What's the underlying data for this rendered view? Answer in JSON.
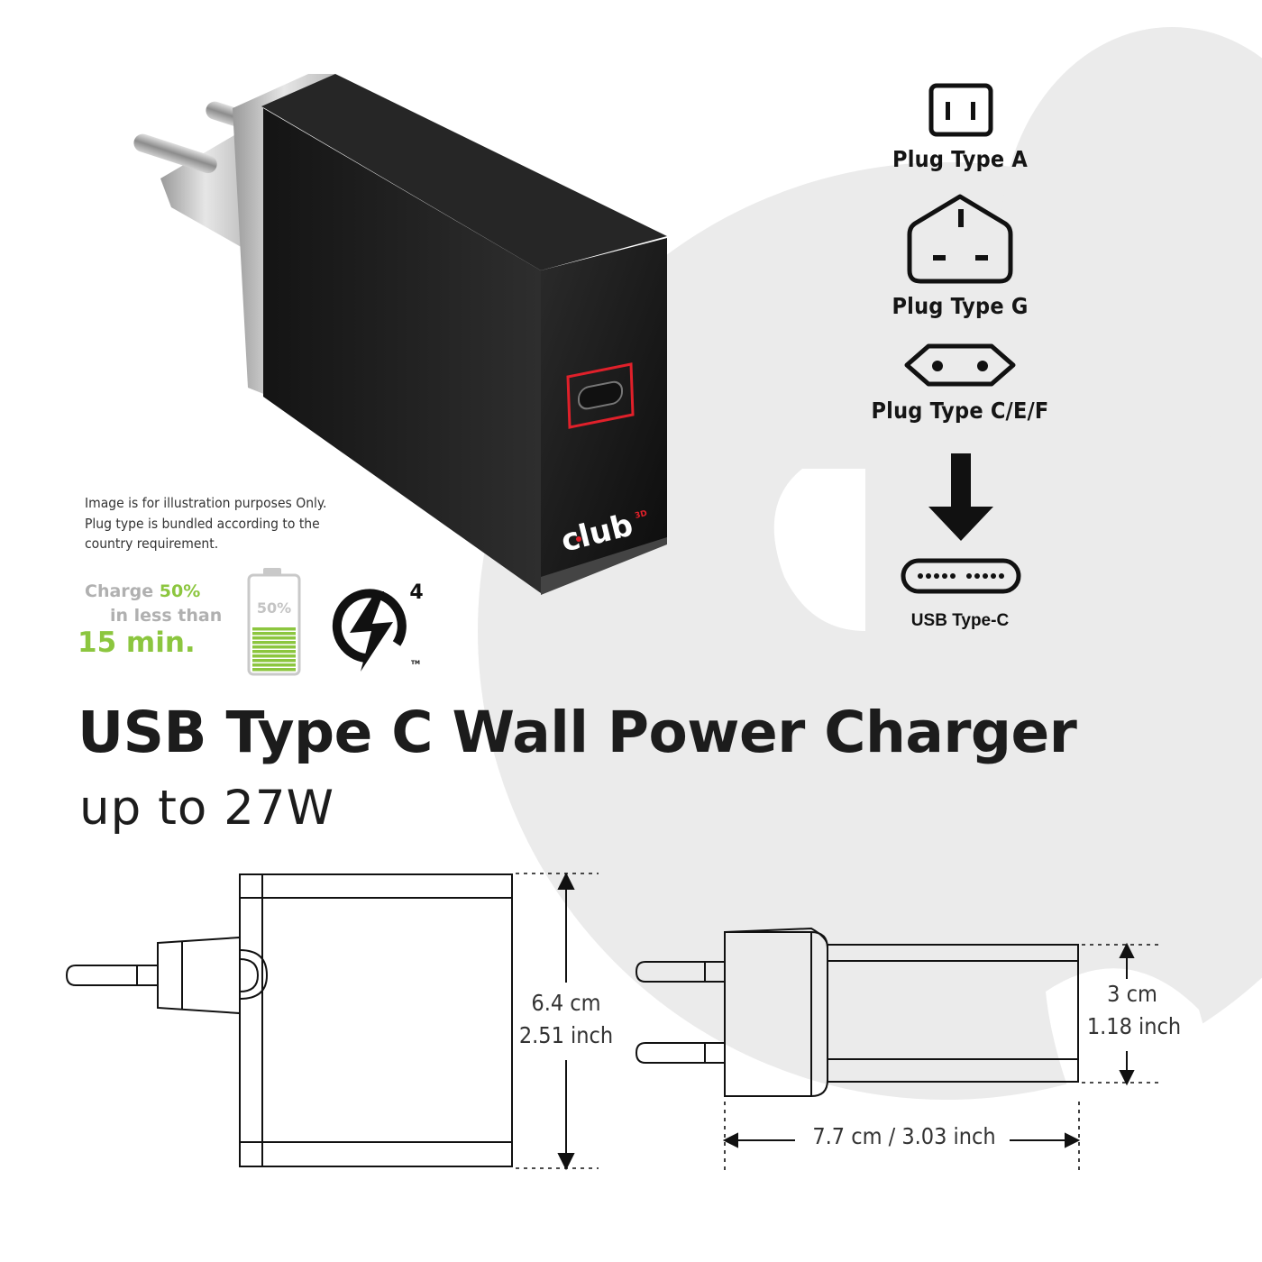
{
  "plug_types": [
    {
      "label": "Plug Type A",
      "icon": "plug-type-a-icon"
    },
    {
      "label": "Plug Type G",
      "icon": "plug-type-g-icon"
    },
    {
      "label": "Plug Type C/E/F",
      "icon": "plug-type-cef-icon"
    }
  ],
  "connector": {
    "label": "USB Type-C",
    "icon": "usb-type-c-icon"
  },
  "disclaimer": {
    "lines": [
      "Image is for illustration purposes Only.",
      "Plug type is bundled according to the",
      "country requirement."
    ]
  },
  "charge": {
    "prefix": "Charge",
    "percent": "50%",
    "line2": "in less than",
    "time": "15 min.",
    "battery_label": "50%",
    "battery_level": 0.5
  },
  "brand": {
    "logo_text": "club",
    "logo_superscript": "3D"
  },
  "quick_charge": {
    "version": "4",
    "trademark": "TM"
  },
  "title": "USB Type C Wall Power Charger",
  "subtitle": "up to 27W",
  "dimensions": {
    "height_cm": "6.4 cm",
    "height_inch": "2.51 inch",
    "depth_cm": "3 cm",
    "depth_inch": "1.18 inch",
    "length": "7.7 cm / 3.03 inch"
  },
  "colors": {
    "accent_green": "#8cc63f",
    "muted_gray": "#b0b0b0",
    "background_shape": "#ebebeb",
    "port_highlight": "#e0202a"
  }
}
